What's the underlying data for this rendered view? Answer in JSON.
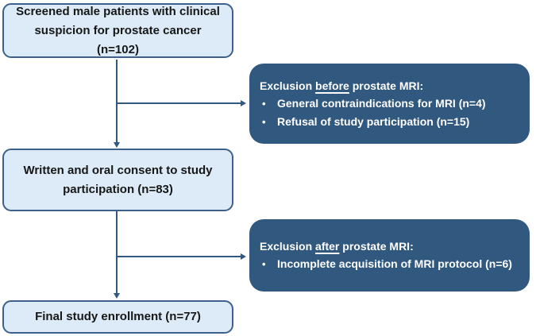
{
  "diagram": {
    "type": "flowchart",
    "description": "Study enrollment flow diagram for prostate MRI study",
    "flow_boxes": [
      {
        "id": "screened",
        "text": "Screened male patients with clinical suspicion for prostate cancer (n=102)"
      },
      {
        "id": "consent",
        "text": "Written and oral consent to study participation (n=83)"
      },
      {
        "id": "final",
        "text": "Final study enrollment (n=77)"
      }
    ],
    "exclusion_boxes": [
      {
        "id": "exclusion-before",
        "title_prefix": "Exclusion ",
        "title_underlined": "before",
        "title_suffix": " prostate MRI:",
        "bullet_char": "•",
        "bullets": [
          "General contraindications for MRI (n=4)",
          "Refusal of study participation (n=15)"
        ]
      },
      {
        "id": "exclusion-after",
        "title_prefix": "Exclusion ",
        "title_underlined": "after",
        "title_suffix": " prostate MRI:",
        "bullet_char": "•",
        "bullets": [
          "Incomplete acquisition of MRI protocol (n=6)"
        ]
      }
    ],
    "edges": [
      {
        "from": "screened",
        "to": "consent",
        "style": "arrow-down"
      },
      {
        "from": "screened",
        "to": "exclusion-before",
        "style": "arrow-right"
      },
      {
        "from": "consent",
        "to": "final",
        "style": "arrow-down"
      },
      {
        "from": "consent",
        "to": "exclusion-after",
        "style": "arrow-right"
      }
    ],
    "colors": {
      "light_box_fill": "#dcebf7",
      "light_box_border": "#3e618c",
      "light_box_text": "#171717",
      "dark_box_fill": "#31587f",
      "dark_box_text": "#ffffff",
      "connector": "#31587f",
      "page_bg": "#ffffff"
    }
  }
}
